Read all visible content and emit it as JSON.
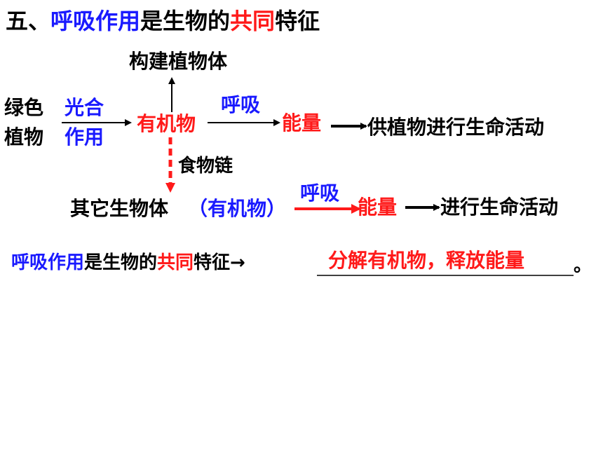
{
  "title": {
    "prefix": "五、",
    "part1": "呼吸作用",
    "part2": "是生物的",
    "part3": "共同",
    "part4": "特征"
  },
  "diagram": {
    "top_label": "构建植物体",
    "source_line1": "绿色",
    "source_line2": "植物",
    "process1_line1": "光合",
    "process1_line2": "作用",
    "center_node": "有机物",
    "process2": "呼吸",
    "energy1": "能量",
    "result1": "供植物进行生命活动",
    "food_chain_label": "食物链",
    "other_organisms": "其它生物体",
    "other_organic": "（有机物）",
    "process3": "呼吸",
    "energy2": "能量",
    "result2": "进行生命活动"
  },
  "conclusion": {
    "part1": "呼吸作用",
    "part2": "是生物的",
    "part3": "共同",
    "part4": "特征→",
    "answer": "分解有机物，释放能量",
    "end_mark": "。"
  },
  "colors": {
    "blue": "#1a1aff",
    "red": "#ff1a1a",
    "black": "#000000"
  }
}
